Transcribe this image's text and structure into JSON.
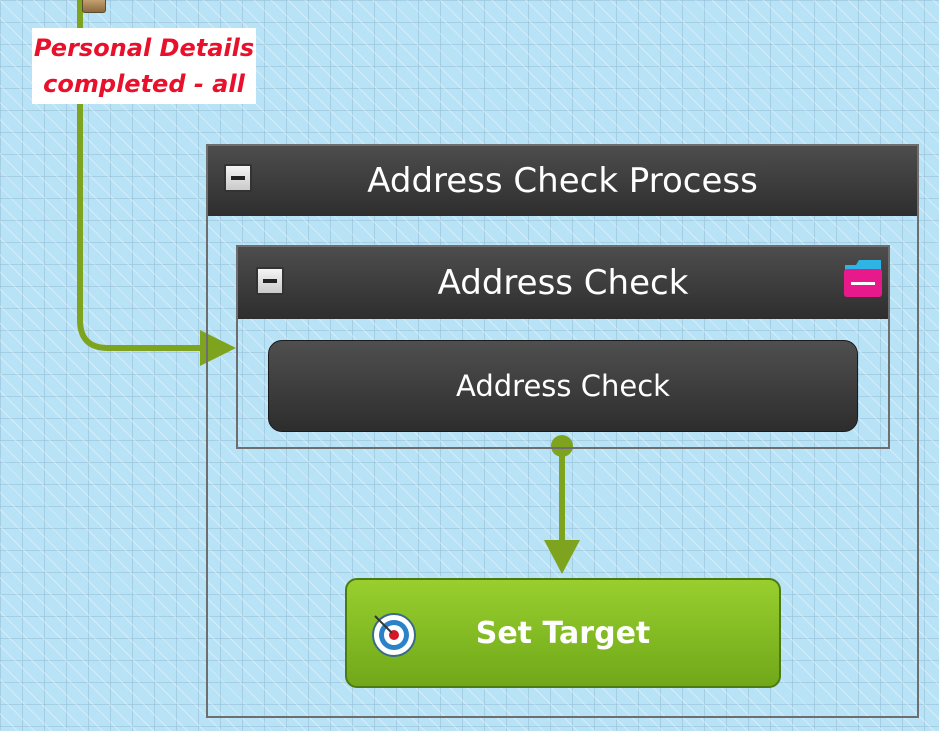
{
  "colors": {
    "canvas_background": "#b8e2f5",
    "connector": "#7ea41f",
    "condition_text": "#e8102a",
    "header_background": "#3a3a3a",
    "target_node": "#86be24"
  },
  "condition_label": {
    "line1": "Personal Details",
    "line2": "completed - all"
  },
  "outer_group": {
    "title": "Address Check Process",
    "collapse_icon": "minus-box-icon"
  },
  "inner_group": {
    "title": "Address Check",
    "collapse_icon": "minus-box-icon",
    "folder_icon": "pink-folder-icon"
  },
  "action_node": {
    "label": "Address Check"
  },
  "target_node": {
    "label": "Set Target",
    "icon": "target-icon"
  }
}
